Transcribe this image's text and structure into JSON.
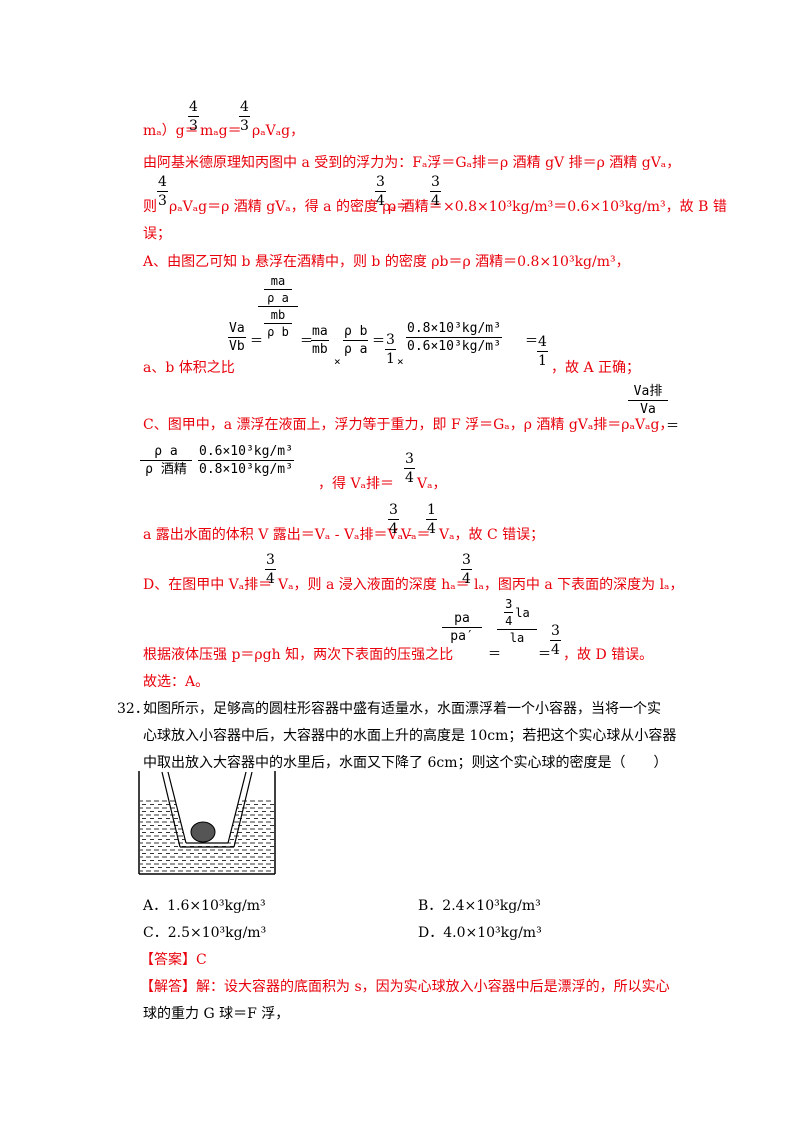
{
  "lines": {
    "l1": "mₐ）g＝",
    "l1b": "mₐg＝",
    "l1c": "ρₐVₐg，",
    "l2": "由阿基米德原理知丙图中 a 受到的浮力为：Fₐ浮＝Gₐ排＝ρ 酒精 gV 排＝ρ 酒精 gVₐ，",
    "l3a": "则",
    "l3b": "ρₐVₐg＝ρ 酒精 gVₐ，得 a 的密度 ρₐ＝",
    "l3c": "ρ 酒精＝",
    "l3d": "×0.8×10³kg/m³＝0.6×10³kg/m³，故 B 错",
    "l3e": "误；",
    "l4": "A、由图乙可知 b 悬浮在酒精中，则 b 的密度 ρb＝ρ 酒精＝0.8×10³kg/m³，",
    "l5a": "a、b 体积之比",
    "l5b": "，故 A 正确；",
    "l6": "C、图甲中，a 漂浮在液面上，浮力等于重力，即 F 浮＝Gₐ，ρ 酒精 gVₐ排＝ρₐVₐg，",
    "l7": "，得 Vₐ排＝",
    "l7b": "Vₐ，",
    "l8a": "a 露出水面的体积 V 露出＝Vₐ - Vₐ排＝Vₐ -",
    "l8b": "Vₐ＝",
    "l8c": "Vₐ，故 C 错误；",
    "l9a": "D、在图甲中 Vₐ排＝",
    "l9b": "Vₐ，则 a 浸入液面的深度 hₐ＝",
    "l9c": "lₐ，图丙中 a 下表面的深度为 lₐ，",
    "l10a": "根据液体压强 p＝ρgh 知，两次下表面的压强之比",
    "l10b": "，故 D 错误。",
    "l11": "故选：A。"
  },
  "question": {
    "number": "32．",
    "text1": "如图所示，足够高的圆柱形容器中盛有适量水，水面漂浮着一个小容器，当将一个实",
    "text2": "心球放入小容器中后，大容器中的水面上升的高度是 10cm；若把这个实心球从小容器",
    "text3": "中取出放入大容器中的水里后，水面又下降了 6cm；则这个实心球的密度是（　　）",
    "choices": {
      "A": "A．1.6×10³kg/m³",
      "B": "B．2.4×10³kg/m³",
      "C": "C．2.5×10³kg/m³",
      "D": "D．4.0×10³kg/m³"
    }
  },
  "answer": {
    "label": "【答案】C",
    "analysis1": "【解答】解：设大容器的底面积为 s，因为实心球放入小容器中后是漂浮的，所以实心",
    "analysis2": "球的重力 G 球＝F 浮，"
  },
  "fracs": {
    "four_three": {
      "n": "4",
      "d": "3"
    },
    "three_four": {
      "n": "3",
      "d": "4"
    },
    "one_four": {
      "n": "1",
      "d": "4"
    },
    "three_one": {
      "n": "3",
      "d": "1"
    },
    "four_one": {
      "n": "4",
      "d": "1"
    },
    "va_vb": {
      "n": "Va",
      "d": "Vb"
    },
    "ma_mb": {
      "n": "ma",
      "d": "mb"
    },
    "rb_ra": {
      "n": "ρ b",
      "d": "ρ a"
    },
    "dens": {
      "n": "0.8×10³kg/m³",
      "d": "0.6×10³kg/m³"
    },
    "dens2": {
      "n": "0.6×10³kg/m³",
      "d": "0.8×10³kg/m³"
    },
    "ma_ra": {
      "n": "ma",
      "d": "ρ a"
    },
    "mb_rb": {
      "n": "mb",
      "d": "ρ b"
    },
    "vapai_va": {
      "n": "Va排",
      "d": "Va"
    },
    "ra_rj": {
      "n": "ρ a",
      "d": "ρ 酒精"
    },
    "pa_pa2": {
      "n": "pa",
      "d": "pa′"
    },
    "tq_la": {
      "n": "la",
      "d": "la"
    },
    "eq": "＝",
    "times": "×"
  },
  "colors": {
    "red": "#e8000b",
    "black": "#000000",
    "gray": "#555555"
  }
}
